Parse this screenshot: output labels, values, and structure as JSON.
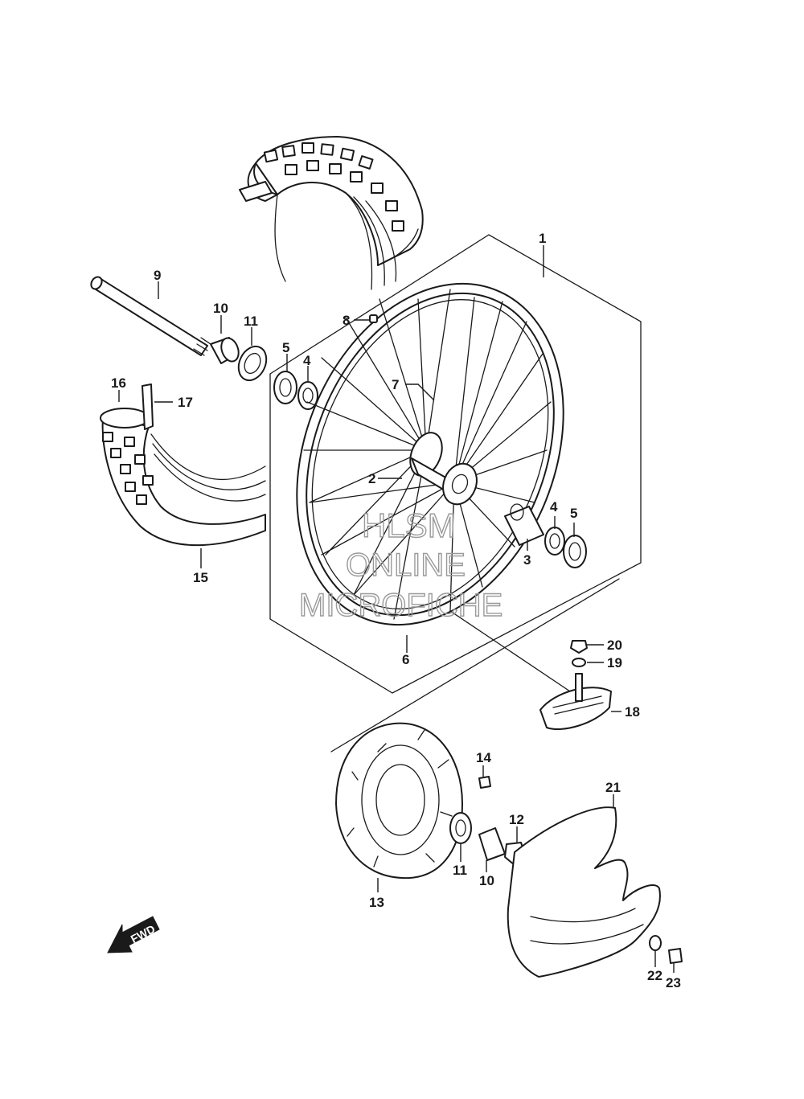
{
  "watermark": {
    "line1": "HLSM",
    "line2": "ONLINE",
    "line3": "MICROFICHE"
  },
  "direction_label": "FWD",
  "callouts": {
    "c1": "1",
    "c2": "2",
    "c3": "3",
    "c4a": "4",
    "c4b": "4",
    "c5a": "5",
    "c5b": "5",
    "c6": "6",
    "c7": "7",
    "c8": "8",
    "c9": "9",
    "c10a": "10",
    "c10b": "10",
    "c11a": "11",
    "c11b": "11",
    "c12": "12",
    "c13": "13",
    "c14": "14",
    "c15": "15",
    "c16": "16",
    "c17": "17",
    "c18": "18",
    "c19": "19",
    "c20": "20",
    "c21": "21",
    "c22": "22",
    "c23": "23"
  }
}
